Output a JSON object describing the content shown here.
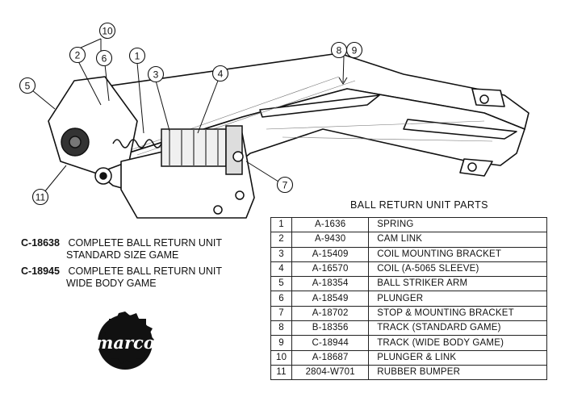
{
  "callouts": [
    "10",
    "2",
    "6",
    "1",
    "3",
    "4",
    "8",
    "9",
    "5",
    "7",
    "11"
  ],
  "parts_title": "BALL RETURN UNIT PARTS",
  "parts": [
    {
      "idx": "1",
      "part_no": "A-1636",
      "desc": "SPRING"
    },
    {
      "idx": "2",
      "part_no": "A-9430",
      "desc": "CAM LINK"
    },
    {
      "idx": "3",
      "part_no": "A-15409",
      "desc": "COIL MOUNTING BRACKET"
    },
    {
      "idx": "4",
      "part_no": "A-16570",
      "desc": "COIL (A-5065 SLEEVE)"
    },
    {
      "idx": "5",
      "part_no": "A-18354",
      "desc": "BALL STRIKER ARM"
    },
    {
      "idx": "6",
      "part_no": "A-18549",
      "desc": "PLUNGER"
    },
    {
      "idx": "7",
      "part_no": "A-18702",
      "desc": "STOP & MOUNTING BRACKET"
    },
    {
      "idx": "8",
      "part_no": "B-18356",
      "desc": "TRACK (STANDARD GAME)"
    },
    {
      "idx": "9",
      "part_no": "C-18944",
      "desc": "TRACK (WIDE BODY GAME)"
    },
    {
      "idx": "10",
      "part_no": "A-18687",
      "desc": "PLUNGER & LINK"
    },
    {
      "idx": "11",
      "part_no": "2804-W701",
      "desc": "RUBBER BUMPER"
    }
  ],
  "kits": [
    {
      "part_no": "C-18638",
      "line1": "COMPLETE BALL RETURN UNIT",
      "line2": "STANDARD SIZE GAME"
    },
    {
      "part_no": "C-18945",
      "line1": "COMPLETE BALL RETURN UNIT",
      "line2": "WIDE BODY GAME"
    }
  ],
  "logo": {
    "text": "marco"
  }
}
